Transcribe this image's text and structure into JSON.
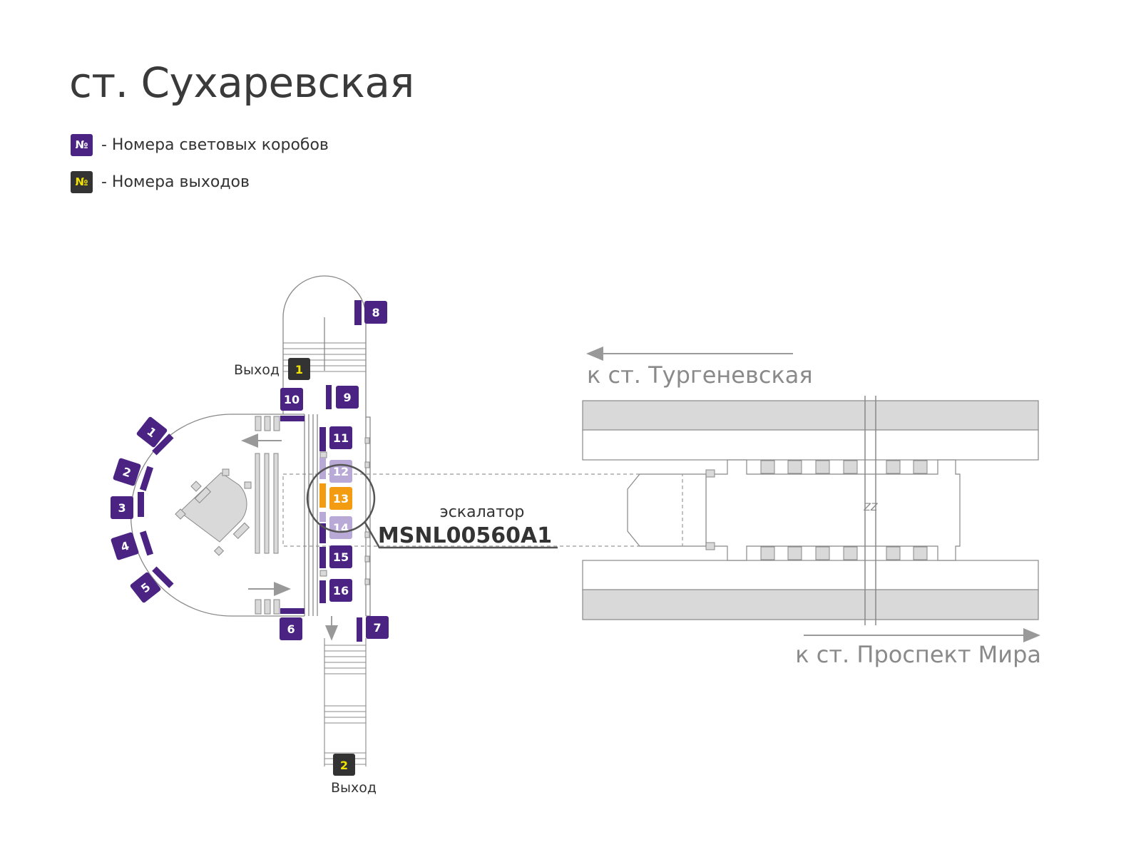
{
  "title": "ст. Сухаревская",
  "colors": {
    "box": "#4b2483",
    "box_light": "#b9a9d6",
    "highlight": "#f39c12",
    "exit": "#333333",
    "exit_digit": "#f2e300",
    "gray": "#cfcfcf",
    "line": "#555555"
  },
  "legend": [
    {
      "badge": "№",
      "text": "- Номера световых коробов",
      "type": "box"
    },
    {
      "badge": "№",
      "text": "- Номера выходов",
      "type": "exit"
    }
  ],
  "exits": [
    {
      "label": "Выход",
      "number": "1"
    },
    {
      "label": "Выход",
      "number": "2"
    }
  ],
  "boxes": [
    "1",
    "2",
    "3",
    "4",
    "5",
    "6",
    "7",
    "8",
    "9",
    "10",
    "11",
    "12",
    "13",
    "14",
    "15",
    "16"
  ],
  "highlighted_box": "13",
  "callout": {
    "caption": "эскалатор",
    "code": "MSNL00560A1"
  },
  "directions": {
    "top": "к ст. Тургеневская",
    "bottom": "к ст. Проспект Мира"
  },
  "break_mark": "ZZ"
}
